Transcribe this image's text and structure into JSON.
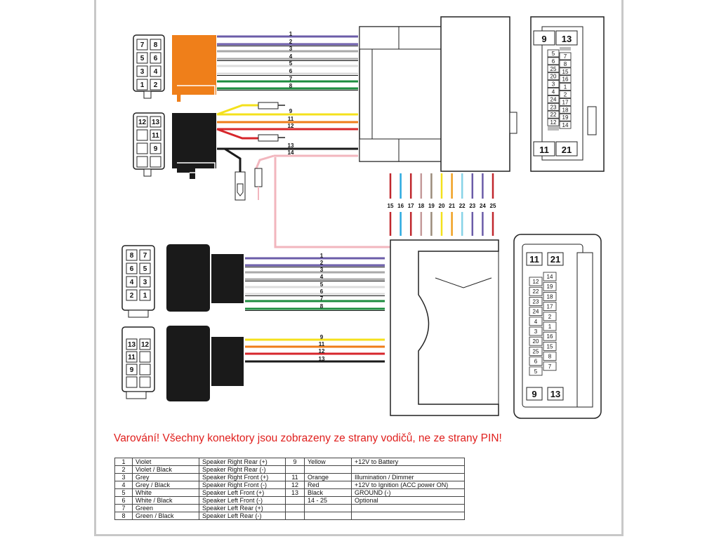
{
  "warning": "Varování! Všechny konektory jsou zobrazeny ze strany vodičů, ne ze strany PIN!",
  "colors": {
    "violet": "#6b5ca8",
    "grey": "#a9a9a9",
    "white": "#dcdcdc",
    "green": "#1d8c3f",
    "yellow": "#f4e11c",
    "orange": "#ef7d1a",
    "red": "#d7262b",
    "black": "#1a1a1a",
    "pink": "#f2b6be",
    "iso_orange": "#ef7f1a",
    "warning_red": "#e0201e"
  },
  "top_wires": [
    "1",
    "2",
    "3",
    "4",
    "5",
    "6",
    "7",
    "8",
    "9",
    "11",
    "12",
    "13",
    "14"
  ],
  "bottom_wires": [
    "1",
    "2",
    "3",
    "4",
    "5",
    "6",
    "7",
    "8",
    "9",
    "11",
    "12",
    "13"
  ],
  "optional_wires": [
    "15",
    "16",
    "17",
    "18",
    "19",
    "20",
    "21",
    "22",
    "23",
    "24",
    "25"
  ],
  "iso_top_a": [
    "7",
    "8",
    "5",
    "6",
    "3",
    "4",
    "1",
    "2"
  ],
  "iso_top_b": [
    "12",
    "13",
    "11",
    "9"
  ],
  "iso_bot_a": [
    "8",
    "7",
    "6",
    "5",
    "4",
    "3",
    "2",
    "1"
  ],
  "iso_bot_b": [
    "13",
    "12",
    "11",
    "9"
  ],
  "conn_top": {
    "corner_tl": "9",
    "corner_tr": "13",
    "corner_bl": "11",
    "corner_br": "21",
    "col_left": [
      "5",
      "6",
      "25",
      "20",
      "3",
      "4",
      "24",
      "23",
      "22",
      "12"
    ],
    "col_right": [
      "7",
      "8",
      "15",
      "16",
      "1",
      "2",
      "17",
      "18",
      "19",
      "14"
    ]
  },
  "conn_bot": {
    "corner_tl": "11",
    "corner_tr": "21",
    "corner_bl": "9",
    "corner_br": "13",
    "col_left": [
      "12",
      "22",
      "23",
      "24",
      "4",
      "3",
      "20",
      "25",
      "6",
      "5"
    ],
    "col_right": [
      "14",
      "19",
      "18",
      "17",
      "2",
      "1",
      "16",
      "15",
      "8",
      "7"
    ]
  },
  "legend": [
    [
      "1",
      "Violet",
      "Speaker Right Rear (+)",
      "9",
      "Yellow",
      "+12V to Battery"
    ],
    [
      "2",
      "Violet / Black",
      "Speaker Right Rear (-)",
      "",
      "",
      ""
    ],
    [
      "3",
      "Grey",
      "Speaker Right Front (+)",
      "11",
      "Orange",
      "Illumination / Dimmer"
    ],
    [
      "4",
      "Grey / Black",
      "Speaker Right Front (-)",
      "12",
      "Red",
      "+12V to Ignition (ACC power ON)"
    ],
    [
      "5",
      "White",
      "Speaker Left Front (+)",
      "13",
      "Black",
      "GROUND (-)"
    ],
    [
      "6",
      "White / Black",
      "Speaker Left Front (-)",
      "",
      "14 - 25",
      "Optional"
    ],
    [
      "7",
      "Green",
      "Speaker Left Rear (+)",
      "",
      "",
      ""
    ],
    [
      "8",
      "Green / Black",
      "Speaker Left Rear (-)",
      "",
      "",
      ""
    ]
  ]
}
